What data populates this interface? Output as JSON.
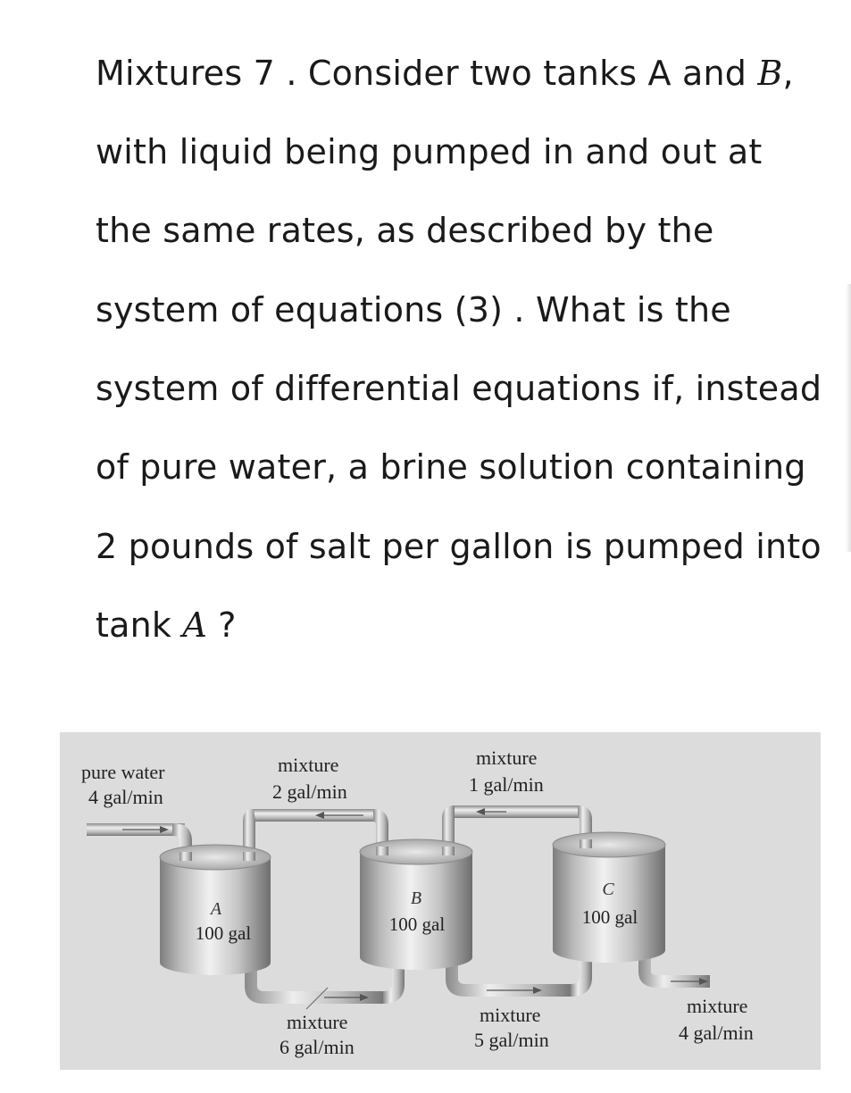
{
  "problem": {
    "line1_prefix": "Mixtures 7 .  Consider two tanks A and ",
    "line1_var": "B",
    "line1_suffix": ",",
    "line2": "with liquid being pumped in and out at",
    "line3": "the same rates, as described by the",
    "line4": "system of equations (3) .  What is the",
    "line5": "system of differential equations if,  instead",
    "line6": "of pure water, a brine solution containing",
    "line7": "2 pounds of salt per gallon is pumped into",
    "line8_prefix": "tank ",
    "line8_var": "A",
    "line8_suffix": "  ?"
  },
  "figure": {
    "inflow_line1": "pure water",
    "inflow_line2": "4 gal/min",
    "top_ab_line1": "mixture",
    "top_ab_line2": "2 gal/min",
    "top_bc_line1": "mixture",
    "top_bc_line2": "1 gal/min",
    "bottom_ab_line1": "mixture",
    "bottom_ab_line2": "6 gal/min",
    "bottom_bc_line1": "mixture",
    "bottom_bc_line2": "5 gal/min",
    "outflow_line1": "mixture",
    "outflow_line2": "4 gal/min",
    "tank_a_name": "A",
    "tank_a_volume": "100 gal",
    "tank_b_name": "B",
    "tank_b_volume": "100 gal",
    "tank_c_name": "C",
    "tank_c_volume": "100 gal"
  }
}
